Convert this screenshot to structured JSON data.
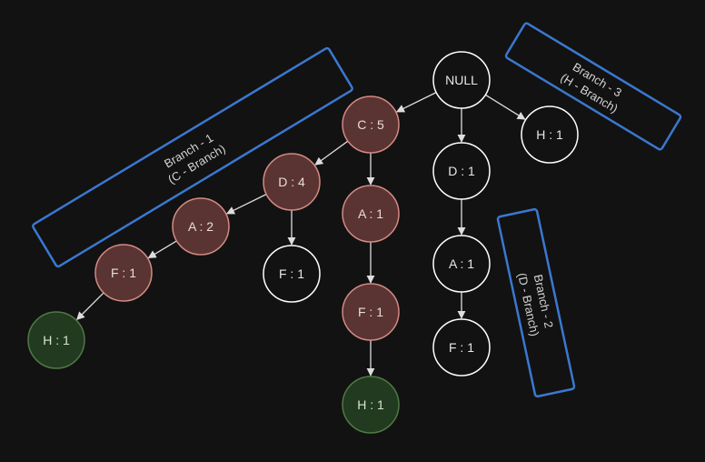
{
  "diagram": {
    "colors": {
      "background": "#121212",
      "plain_stroke": "#ffffff",
      "plain_fill": "#121212",
      "plain_text": "#e8e8e8",
      "red_fill": "#5a3432",
      "red_stroke": "#d48a84",
      "green_fill": "#223a1f",
      "green_stroke": "#4f7a44",
      "branch_stroke": "#3a78d0",
      "edge_color": "#dddddd"
    },
    "nodes": [
      {
        "id": "null",
        "label": "NULL",
        "style": "plain"
      },
      {
        "id": "c5",
        "label": "C : 5",
        "style": "red"
      },
      {
        "id": "d4",
        "label": "D : 4",
        "style": "red"
      },
      {
        "id": "a2",
        "label": "A : 2",
        "style": "red"
      },
      {
        "id": "f1_left",
        "label": "F : 1",
        "style": "red"
      },
      {
        "id": "h1_left",
        "label": "H : 1",
        "style": "green"
      },
      {
        "id": "f1_mid",
        "label": "F : 1",
        "style": "plain"
      },
      {
        "id": "a1_mid",
        "label": "A : 1",
        "style": "red"
      },
      {
        "id": "f1_c",
        "label": "F : 1",
        "style": "red"
      },
      {
        "id": "h1_bottom",
        "label": "H : 1",
        "style": "green"
      },
      {
        "id": "d1",
        "label": "D : 1",
        "style": "plain"
      },
      {
        "id": "a1_right",
        "label": "A : 1",
        "style": "plain"
      },
      {
        "id": "f1_right",
        "label": "F : 1",
        "style": "plain"
      },
      {
        "id": "h1_right",
        "label": "H : 1",
        "style": "plain"
      }
    ],
    "edges": [
      {
        "from": "null",
        "to": "c5"
      },
      {
        "from": "null",
        "to": "d1"
      },
      {
        "from": "null",
        "to": "h1_right"
      },
      {
        "from": "c5",
        "to": "d4"
      },
      {
        "from": "c5",
        "to": "a1_mid"
      },
      {
        "from": "d4",
        "to": "a2"
      },
      {
        "from": "d4",
        "to": "f1_mid"
      },
      {
        "from": "a2",
        "to": "f1_left"
      },
      {
        "from": "f1_left",
        "to": "h1_left"
      },
      {
        "from": "a1_mid",
        "to": "f1_c"
      },
      {
        "from": "f1_c",
        "to": "h1_bottom"
      },
      {
        "from": "d1",
        "to": "a1_right"
      },
      {
        "from": "a1_right",
        "to": "f1_right"
      }
    ],
    "branches": [
      {
        "id": "branch1",
        "line1": "Branch - 1",
        "line2": "(C - Branch)"
      },
      {
        "id": "branch2",
        "line1": "Branch - 2",
        "line2": "(D - Branch)"
      },
      {
        "id": "branch3",
        "line1": "Branch - 3",
        "line2": "(H - Branch)"
      }
    ]
  }
}
